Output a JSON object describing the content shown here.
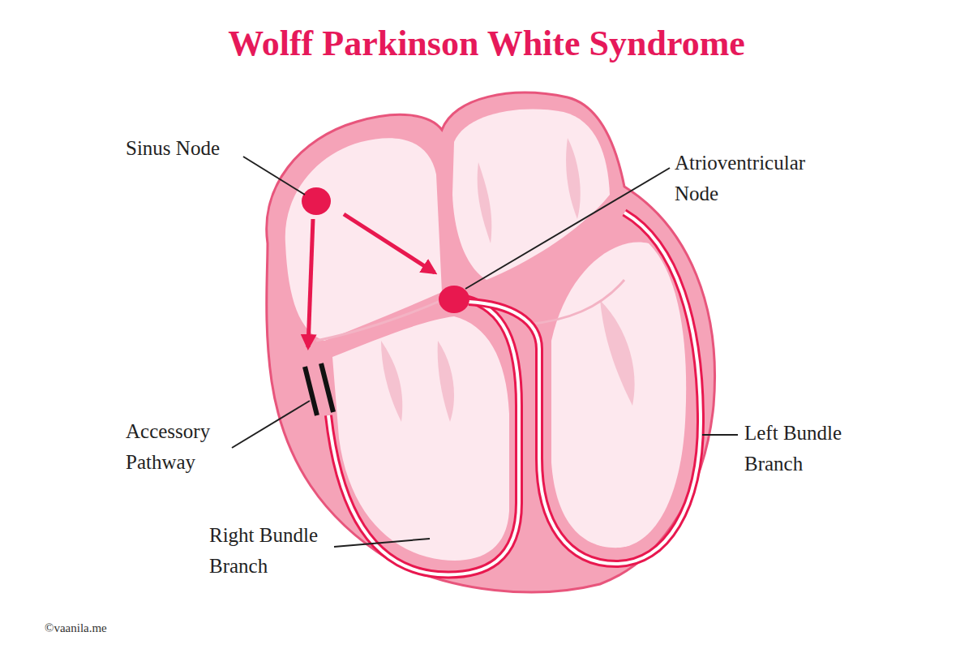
{
  "diagram": {
    "title": "Wolff Parkinson White Syndrome",
    "labels": [
      "Sinus Node",
      "Atrioventricular Node",
      "Accessory Pathway",
      "Left Bundle Branch",
      "Right Bundle Branch",
      "©vaanila.me"
    ]
  }
}
